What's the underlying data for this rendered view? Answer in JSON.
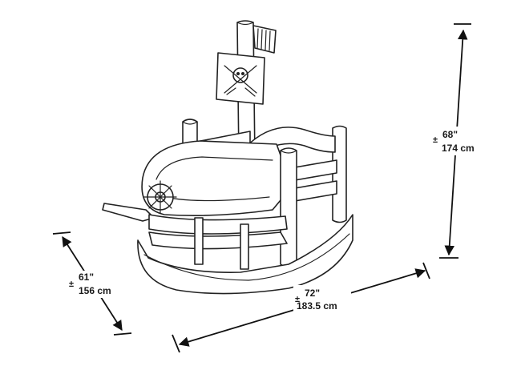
{
  "dimensions": {
    "height": {
      "plusminus": "±",
      "imperial": "68\"",
      "metric": "174 cm"
    },
    "width": {
      "plusminus": "±",
      "imperial": "61\"",
      "metric": "156 cm"
    },
    "length": {
      "plusminus": "±",
      "imperial": "72\"",
      "metric": "183.5 cm"
    }
  },
  "colors": {
    "ink": "#222222",
    "background": "#ffffff"
  },
  "icons": [
    "skull-crossbones-flag-icon",
    "ship-wheel-icon"
  ]
}
